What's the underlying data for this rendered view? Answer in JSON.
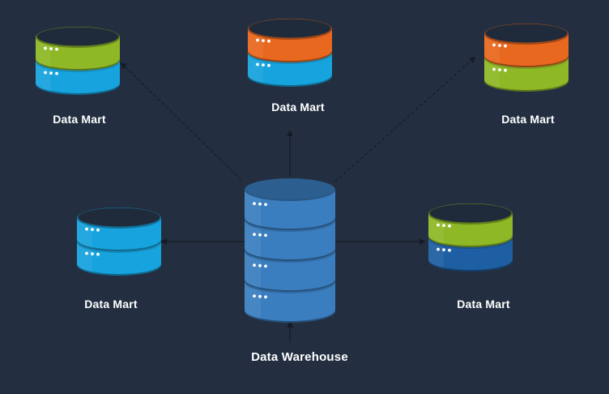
{
  "diagram": {
    "warehouse": {
      "label": "Data Warehouse",
      "disk_colors": [
        "#3a7ebf",
        "#3a7ebf",
        "#3a7ebf",
        "#3a7ebf"
      ]
    },
    "marts": [
      {
        "id": "top-left",
        "label": "Data Mart",
        "disk_colors": [
          "#8fb827",
          "#17a3dd"
        ]
      },
      {
        "id": "top-center",
        "label": "Data Mart",
        "disk_colors": [
          "#e8681f",
          "#17a3dd"
        ]
      },
      {
        "id": "top-right",
        "label": "Data Mart",
        "disk_colors": [
          "#e8681f",
          "#8fb827"
        ]
      },
      {
        "id": "middle-left",
        "label": "Data Mart",
        "disk_colors": [
          "#17a3dd",
          "#17a3dd"
        ]
      },
      {
        "id": "middle-right",
        "label": "Data Mart",
        "disk_colors": [
          "#8fb827",
          "#1e5fa3"
        ]
      }
    ],
    "colors": {
      "background": "#232f41",
      "top_cap": "#1f2b3b",
      "connector": "#141b26",
      "label": "#ffffff"
    }
  }
}
